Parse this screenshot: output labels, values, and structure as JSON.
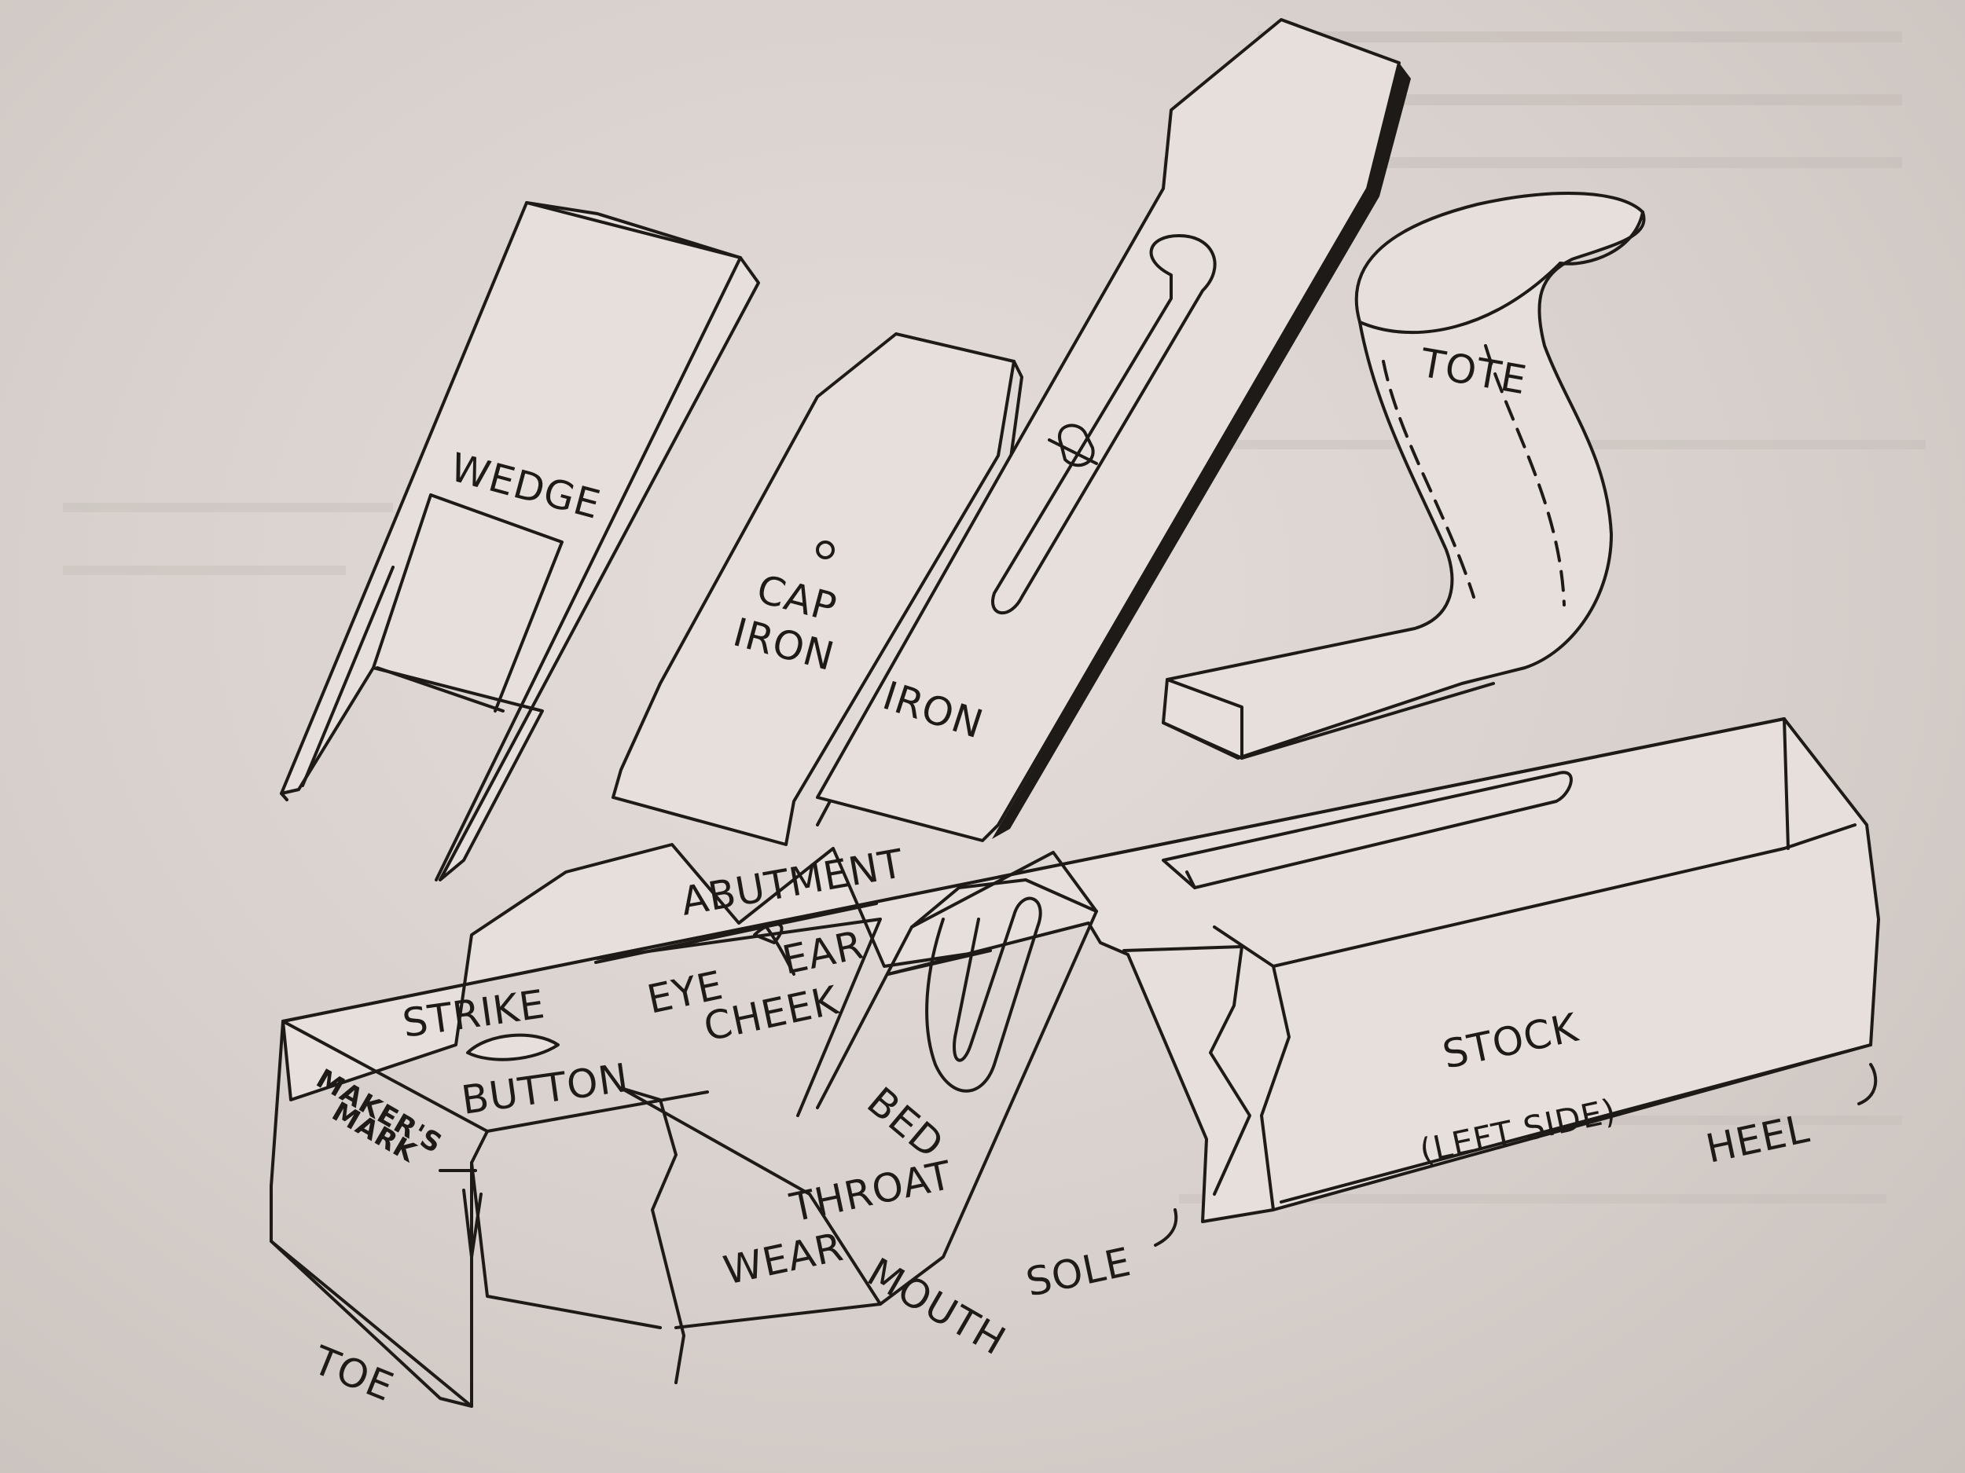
{
  "diagram": {
    "labels": {
      "wedge": "WEDGE",
      "cap_iron_1": "CAP",
      "cap_iron_2": "IRON",
      "iron": "IRON",
      "tote": "TOTE",
      "abutment": "ABUTMENT",
      "eye": "EYE",
      "ear": "EAR",
      "cheek": "CHEEK",
      "strike": "STRIKE",
      "button": "BUTTON",
      "makers_mark_1": "MAKER'S",
      "makers_mark_2": "MARK",
      "bed": "BED",
      "throat": "THROAT",
      "wear": "WEAR",
      "mouth": "MOUTH",
      "sole": "SOLE",
      "stock": "STOCK",
      "left_side": "(LEFT SIDE)",
      "heel": "HEEL",
      "toe": "TOE"
    }
  }
}
